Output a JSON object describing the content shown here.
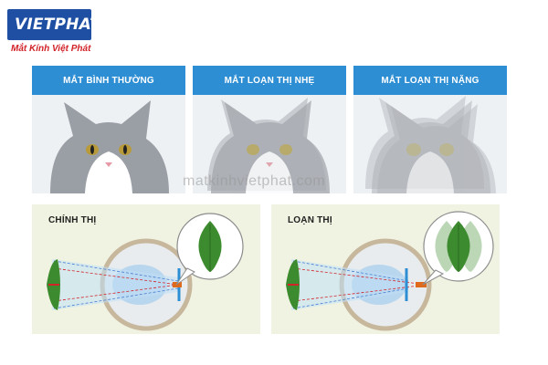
{
  "logo": {
    "brand": "VIETPHAT",
    "tagline": "Mắt Kính Việt Phát"
  },
  "panels": [
    {
      "label": "MẮT BÌNH THƯỜNG"
    },
    {
      "label": "MẮT LOẠN THỊ NHẸ"
    },
    {
      "label": "MẮT LOẠN THỊ NẶNG"
    }
  ],
  "watermark": "matkinhvietphat.com",
  "diagrams": [
    {
      "label": "CHÍNH THỊ"
    },
    {
      "label": "LOẠN THỊ"
    }
  ],
  "colors": {
    "header_blue": "#2e8ed3",
    "diagram_bg": "#f1f3e2",
    "brand_blue": "#1f4fa3",
    "brand_red": "#d2232a"
  }
}
